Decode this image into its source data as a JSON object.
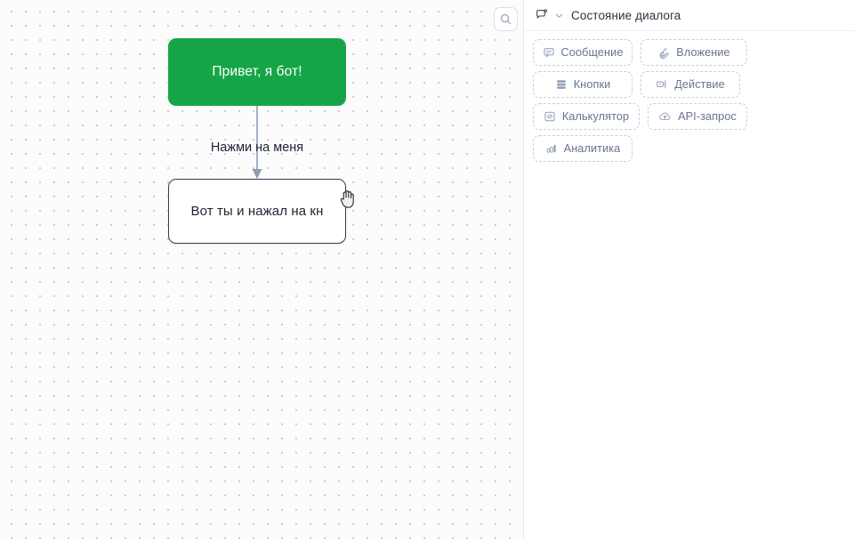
{
  "canvas": {
    "search_button": {
      "icon": "search-icon",
      "label": ""
    },
    "nodes": [
      {
        "id": "start",
        "text": "Привет, я бот!",
        "color": "#16a546",
        "type": "start-node"
      },
      {
        "id": "reply",
        "text": "Вот ты и нажал на кн",
        "color": "#ffffff",
        "type": "message-node"
      }
    ],
    "edge": {
      "label": "Нажми на меня",
      "color": "#8d9bb5"
    },
    "cursor": "grab-hand-cursor"
  },
  "panel": {
    "header": {
      "icon": "chat-bubble-icon",
      "chevron": "chevron-down-icon",
      "title": "Состояние диалога"
    },
    "blocks": [
      {
        "label": "Сообщение",
        "icon": "message-icon"
      },
      {
        "label": "Вложение",
        "icon": "paperclip-icon"
      },
      {
        "label": "Кнопки",
        "icon": "buttons-stack-icon"
      },
      {
        "label": "Действие",
        "icon": "action-icon"
      },
      {
        "label": "Калькулятор",
        "icon": "code-brackets-icon"
      },
      {
        "label": "API-запрос",
        "icon": "cloud-upload-icon"
      },
      {
        "label": "Аналитика",
        "icon": "bar-chart-icon"
      }
    ]
  },
  "colors": {
    "accent_green": "#16a546",
    "node_border": "#2e3f56",
    "chip_border": "#c6cedd",
    "chip_text": "#66748d",
    "panel_divider": "#e6e8ee"
  }
}
